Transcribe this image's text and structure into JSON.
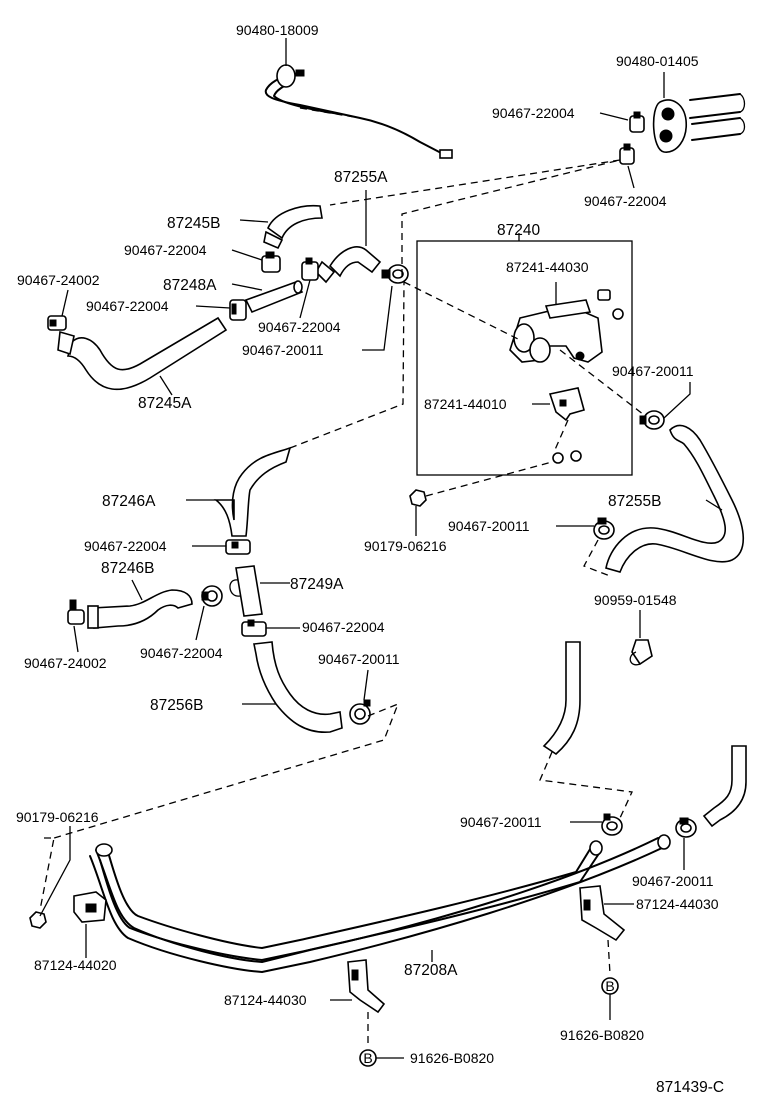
{
  "labels": {
    "p90480_18009": "90480-18009",
    "p90480_01405": "90480-01405",
    "p90467_22004_a": "90467-22004",
    "p90467_22004_b": "90467-22004",
    "p87255A": "87255A",
    "p87245B": "87245B",
    "p90467_22004_c": "90467-22004",
    "p87240": "87240",
    "p90467_24002_a": "90467-24002",
    "p87248A": "87248A",
    "p87241_44030": "87241-44030",
    "p90467_22004_d": "90467-22004",
    "p90467_22004_e": "90467-22004",
    "p90467_20011_a": "90467-20011",
    "p90467_20011_b": "90467-20011",
    "p87245A": "87245A",
    "p87241_44010": "87241-44010",
    "p87246A": "87246A",
    "p87255B": "87255B",
    "p90467_20011_c": "90467-20011",
    "p90467_22004_f": "90467-22004",
    "p90179_06216_a": "90179-06216",
    "p87246B": "87246B",
    "p87249A": "87249A",
    "p90959_01548": "90959-01548",
    "p90467_22004_g": "90467-22004",
    "p90467_22004_h": "90467-22004",
    "p90467_24002_b": "90467-24002",
    "p90467_20011_d": "90467-20011",
    "p87256B": "87256B",
    "p90179_06216_b": "90179-06216",
    "p90467_20011_e": "90467-20011",
    "p90467_20011_f": "90467-20011",
    "p87124_44030_a": "87124-44030",
    "p87124_44020": "87124-44020",
    "p87208A": "87208A",
    "p87124_44030_b": "87124-44030",
    "p91626_B0820_a": "91626-B0820",
    "p91626_B0820_b": "91626-B0820",
    "bolt_mark": "B",
    "figure_id": "871439-C"
  }
}
